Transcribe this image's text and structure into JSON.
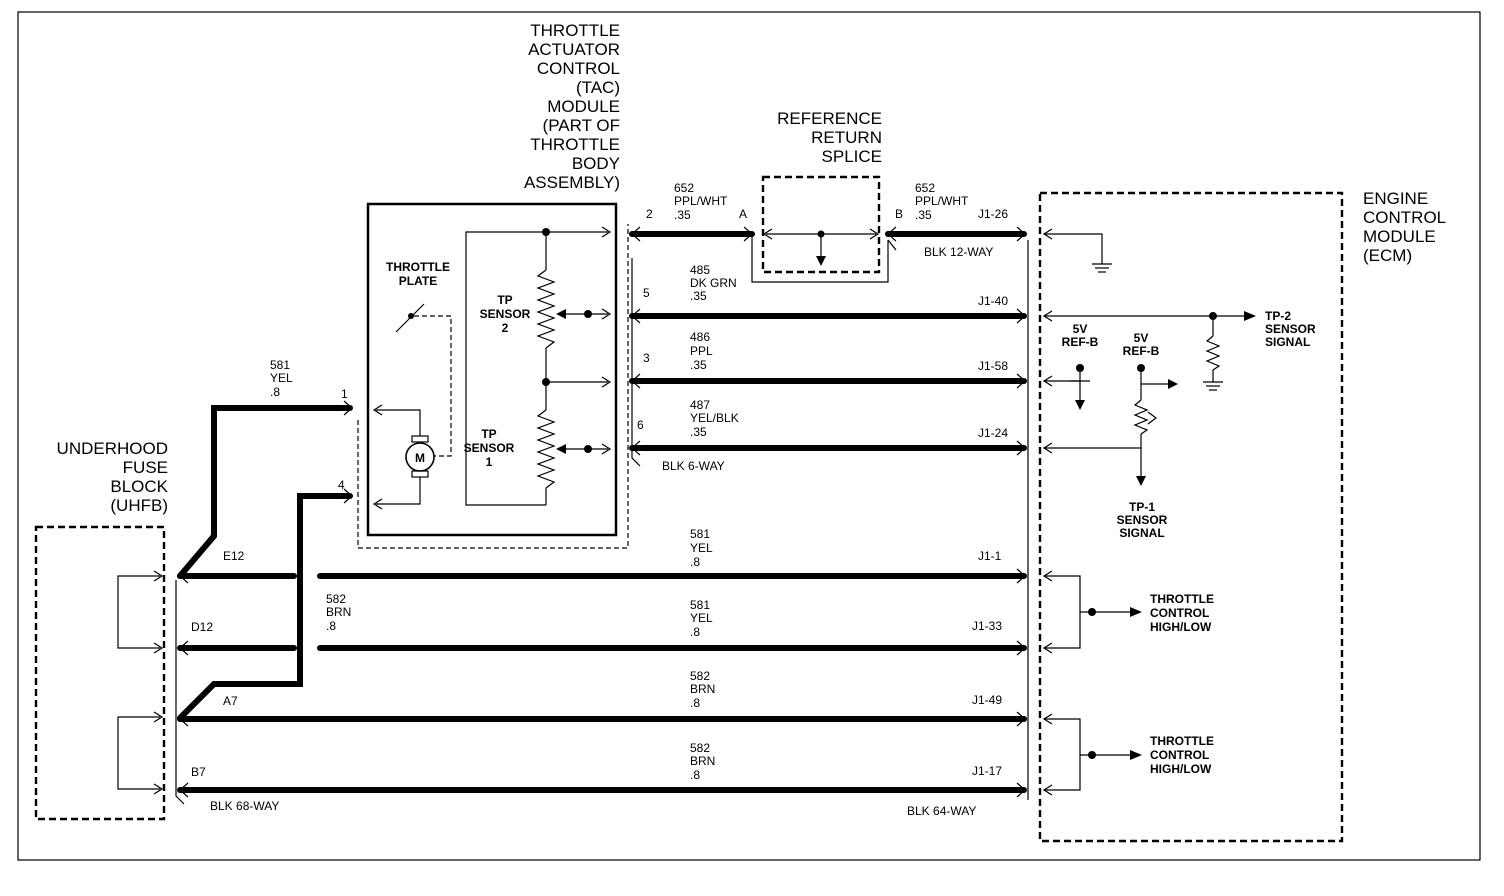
{
  "labels": {
    "tac": [
      "THROTTLE",
      "ACTUATOR",
      "CONTROL",
      "(TAC)",
      "MODULE",
      "(PART OF",
      "THROTTLE",
      "BODY",
      "ASSEMBLY)"
    ],
    "splice": [
      "REFERENCE",
      "RETURN",
      "SPLICE"
    ],
    "ecm": [
      "ENGINE",
      "CONTROL",
      "MODULE",
      "(ECM)"
    ],
    "uhfb": [
      "UNDERHOOD",
      "FUSE",
      "BLOCK",
      "(UHFB)"
    ],
    "throttle_plate": [
      "THROTTLE",
      "PLATE"
    ],
    "tp2": [
      "TP",
      "SENSOR",
      "2"
    ],
    "tp1": [
      "TP",
      "SENSOR",
      "1"
    ],
    "motor": "M",
    "tp2_signal": [
      "TP-2",
      "SENSOR",
      "SIGNAL"
    ],
    "tp1_signal": [
      "TP-1",
      "SENSOR",
      "SIGNAL"
    ],
    "ref_b1": [
      "5V",
      "REF-B"
    ],
    "ref_b2": [
      "5V",
      "REF-B"
    ],
    "throttle_control_1": [
      "THROTTLE",
      "CONTROL",
      "HIGH/LOW"
    ],
    "throttle_control_2": [
      "THROTTLE",
      "CONTROL",
      "HIGH/LOW"
    ]
  },
  "connectors": {
    "blk12": "BLK 12-WAY",
    "blk6": "BLK 6-WAY",
    "blk68": "BLK 68-WAY",
    "blk64": "BLK 64-WAY"
  },
  "wires": {
    "w652a": [
      "652",
      "PPL/WHT",
      ".35"
    ],
    "w652b": [
      "652",
      "PPL/WHT",
      ".35"
    ],
    "w485": [
      "485",
      "DK GRN",
      ".35"
    ],
    "w486": [
      "486",
      "PPL",
      ".35"
    ],
    "w487": [
      "487",
      "YEL/BLK",
      ".35"
    ],
    "w581a": [
      "581",
      "YEL",
      ".8"
    ],
    "w581b": [
      "581",
      "YEL",
      ".8"
    ],
    "w581c": [
      "581",
      "YEL",
      ".8"
    ],
    "w582a": [
      "582",
      "BRN",
      ".8"
    ],
    "w582b": [
      "582",
      "BRN",
      ".8"
    ],
    "w582c": [
      "582",
      "BRN",
      ".8"
    ]
  },
  "pins": {
    "p2": "2",
    "pA": "A",
    "pB": "B",
    "p5": "5",
    "p3": "3",
    "p6": "6",
    "p1": "1",
    "p4": "4",
    "j1_26": "J1-26",
    "j1_40": "J1-40",
    "j1_58": "J1-58",
    "j1_24": "J1-24",
    "j1_1": "J1-1",
    "j1_33": "J1-33",
    "j1_49": "J1-49",
    "j1_17": "J1-17",
    "e12": "E12",
    "d12": "D12",
    "a7": "A7",
    "b7": "B7"
  }
}
